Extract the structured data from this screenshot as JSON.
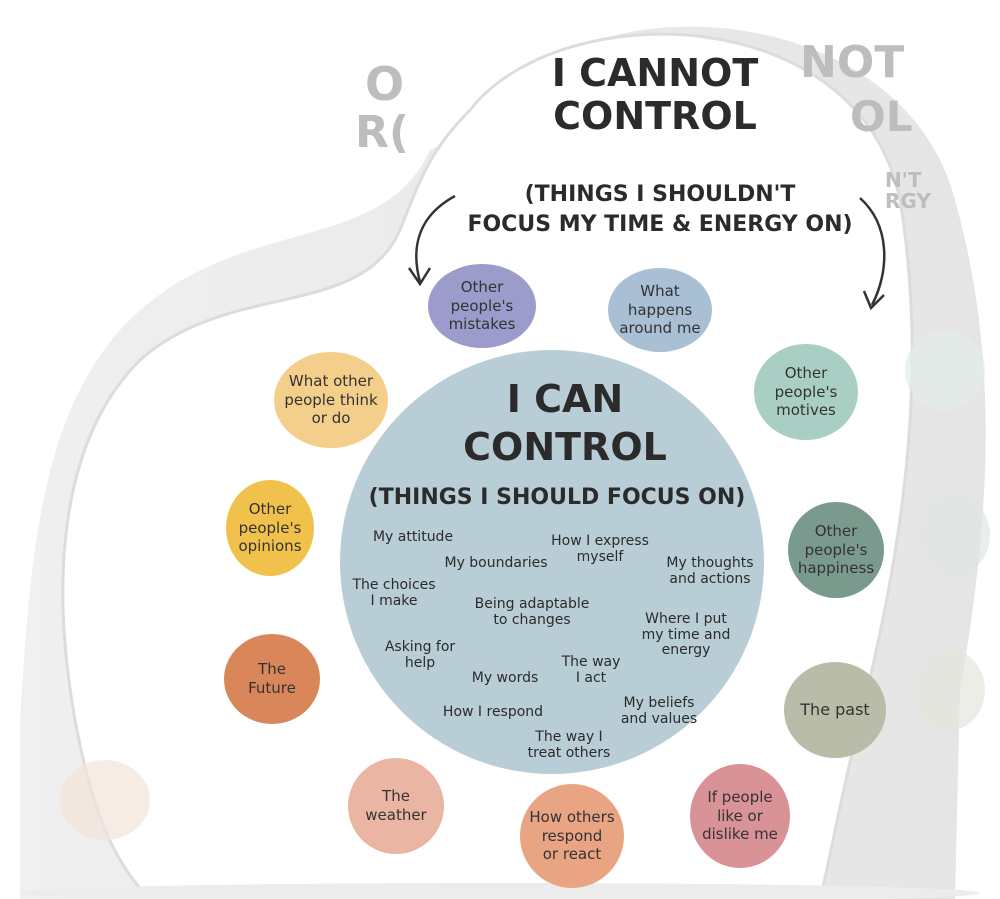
{
  "cannot": {
    "title": "I CANNOT\nCONTROL",
    "subtitle": "(THINGS I SHOULDN'T\nFOCUS MY TIME & ENERGY ON)"
  },
  "can": {
    "title": "I CAN\nCONTROL",
    "subtitle": "(THINGS I SHOULD FOCUS ON)",
    "items": [
      "My attitude",
      "How I express\nmyself",
      "My boundaries",
      "My thoughts\nand actions",
      "The choices\nI make",
      "Being adaptable\nto changes",
      "Where I put\nmy time and\nenergy",
      "Asking for\nhelp",
      "My words",
      "The way\nI act",
      "My beliefs\nand values",
      "How I respond",
      "The way I\ntreat others"
    ]
  },
  "bubbles": [
    {
      "label": "Other\npeople's\nmistakes",
      "color": "#9b9ccb"
    },
    {
      "label": "What\nhappens\naround me",
      "color": "#a8bfd4"
    },
    {
      "label": "Other\npeople's\nmotives",
      "color": "#a9cfc4"
    },
    {
      "label": "What other\npeople think\nor do",
      "color": "#f4cf8c"
    },
    {
      "label": "Other\npeople's\nopinions",
      "color": "#f1c24b"
    },
    {
      "label": "Other\npeople's\nhappiness",
      "color": "#7b9a8e"
    },
    {
      "label": "The\nFuture",
      "color": "#d9865a"
    },
    {
      "label": "The past",
      "color": "#b9bca8"
    },
    {
      "label": "The\nweather",
      "color": "#eab5a2"
    },
    {
      "label": "How others\nrespond\nor react",
      "color": "#e8a483"
    },
    {
      "label": "If people\nlike or\ndislike me",
      "color": "#d99397"
    }
  ],
  "colors": {
    "inner_circle": "#b9cdd6",
    "heart_face": "#ffffff",
    "heart_edge": "#d6d6d6",
    "text": "#2b2b2b"
  }
}
